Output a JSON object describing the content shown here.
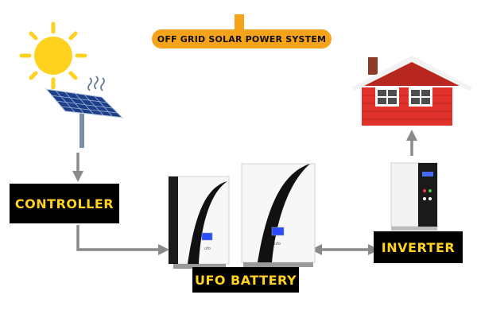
{
  "title": "OFF GRID SOLAR POWER SYSTEM",
  "nodes": {
    "controller": "CONTROLLER",
    "battery": "UFO BATTERY",
    "inverter": "INVERTER"
  },
  "battery_brand": "ufo",
  "colors": {
    "title_pill": "#f5a31a",
    "label_background": "#000000",
    "label_text": "#ffd21f",
    "connector": "#8a8a8a",
    "sun": "#ffd21f",
    "house_wall": "#e0312b",
    "house_roof": "#b8271f"
  },
  "icons": [
    "sun-icon",
    "solar-panel-icon",
    "heat-waves-icon",
    "house-icon",
    "battery-unit-icon",
    "inverter-icon"
  ]
}
